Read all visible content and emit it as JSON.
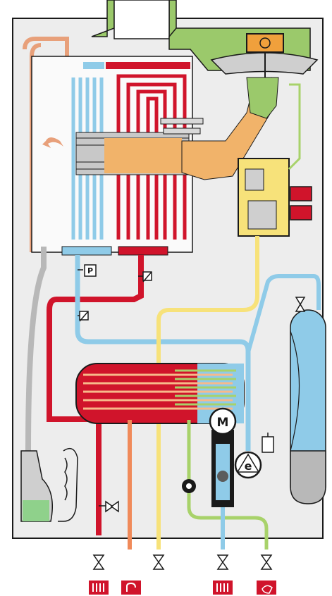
{
  "diagram": {
    "labels": {
      "pressure_sensor": "P",
      "fan_motor": "M",
      "pump": "e"
    },
    "icons": {
      "connections": [
        "radiator-flow-icon",
        "hot-water-outlet-icon",
        "gas-inlet-icon",
        "radiator-return-icon",
        "cold-water-inlet-icon"
      ]
    },
    "colors": {
      "background": "#ededed",
      "hot_circuit": "#d0142b",
      "return_circuit": "#8fcbe8",
      "gas": "#f7e27a",
      "cold_water": "#a8d26a",
      "hot_water": "#f08a5a",
      "flue_gas": "#f1b36a",
      "condensate_trap": "#8fd18b",
      "flue_pipe": "#9bc96b",
      "frame": "#1a1a1a"
    }
  }
}
